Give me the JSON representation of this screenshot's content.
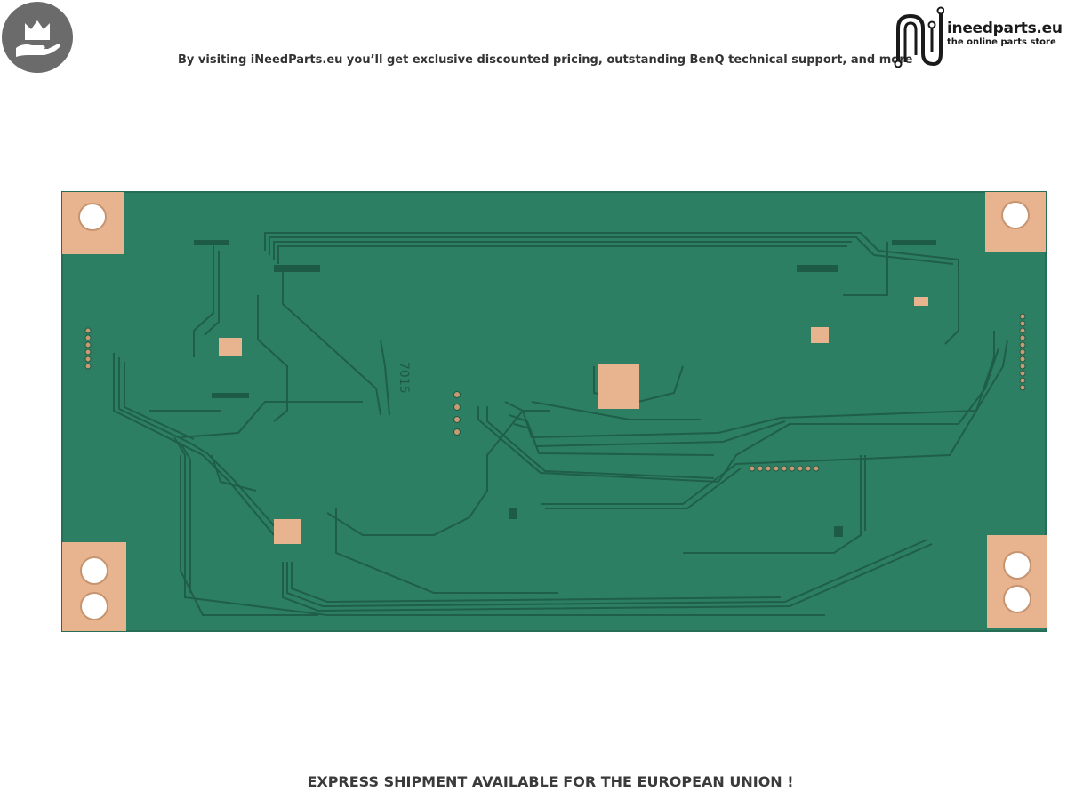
{
  "header": {
    "badge_icon": "crown-hand-icon",
    "promo_text": "By visiting iNeedParts.eu you’ll get exclusive discounted pricing, outstanding BenQ technical support, and more",
    "logo": {
      "icon": "circuit-n-icon",
      "brand": "ineedparts.eu",
      "tagline": "the online parts store"
    }
  },
  "product": {
    "board_marking": "7015",
    "pcb_color": "#2c7f62",
    "pad_color": "#e7b48f"
  },
  "footer": {
    "shipping_text": "EXPRESS SHIPMENT AVAILABLE FOR THE EUROPEAN UNION !"
  }
}
